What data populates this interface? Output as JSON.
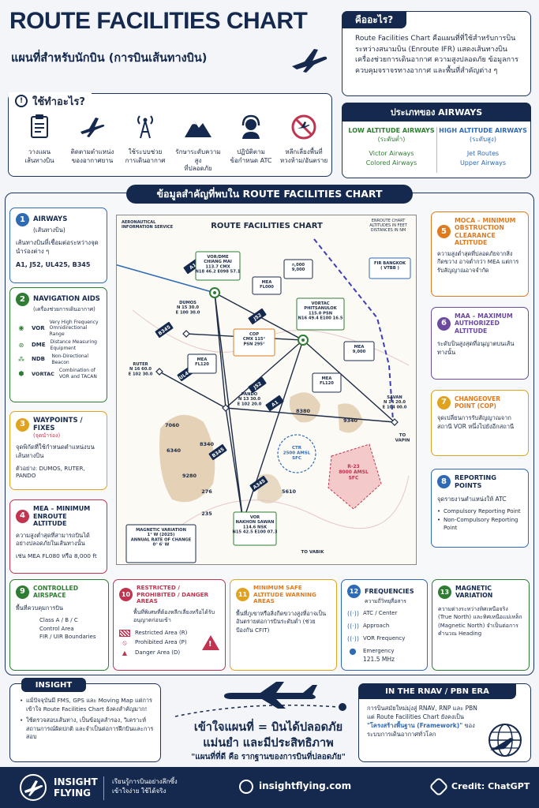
{
  "header": {
    "title": "ROUTE FACILITIES CHART",
    "subtitle": "แผนที่สำหรับนักบิน (การบินเส้นทางบิน)"
  },
  "what": {
    "heading": "คืออะไร?",
    "body": "Route Facilities Chart คือแผนที่ที่ใช้สำหรับการบินระหว่างสนามบิน (Enroute IFR) แสดงเส้นทางบิน เครื่องช่วยการเดินอากาศ ความสูงปลอดภัย ข้อมูลการควบคุมจราจรทางอากาศ และพื้นที่สำคัญต่าง ๆ"
  },
  "uses": {
    "heading": "ใช้ทำอะไร?",
    "items": [
      {
        "icon": "clipboard-icon",
        "label": "วางแผน\nเส้นทางบิน"
      },
      {
        "icon": "airplane-icon",
        "label": "ติดตามตำแหน่ง\nของอากาศยาน"
      },
      {
        "icon": "radio-tower-icon",
        "label": "ใช้ระบบช่วย\nการเดินอากาศ"
      },
      {
        "icon": "mountain-icon",
        "label": "รักษาระดับความสูง\nที่ปลอดภัย"
      },
      {
        "icon": "headset-icon",
        "label": "ปฏิบัติตาม\nข้อกำหนด ATC"
      },
      {
        "icon": "no-entry-icon",
        "label": "หลีกเลี่ยงพื้นที่\nหวงห้าม/อันตราย"
      }
    ]
  },
  "airways_types": {
    "heading": "ประเภทของ AIRWAYS",
    "low_title": "LOW ALTITUDE AIRWAYS",
    "low_sub": "(ระดับต่ำ)",
    "low_items": [
      "Victor Airways",
      "Colored Airways"
    ],
    "high_title": "HIGH ALTITUDE AIRWAYS",
    "high_sub": "(ระดับสูง)",
    "high_items": [
      "Jet Routes",
      "Upper Airways"
    ]
  },
  "section_heading": "ข้อมูลสำคัญที่พบใน ROUTE FACILITIES CHART",
  "items": {
    "airways": {
      "num": "1",
      "title": "AIRWAYS",
      "sub": "(เส้นทางบิน)",
      "body": "เส้นทางบินที่เชื่อมต่อระหว่างจุดนำร่องต่าง ๆ",
      "example": "A1, J52, UL425, B345"
    },
    "navaids": {
      "num": "2",
      "title": "NAVIGATION AIDS",
      "sub": "(เครื่องช่วยการเดินอากาศ)",
      "rows": [
        {
          "code": "VOR",
          "desc": "Very High Frequency Omnidirectional Range"
        },
        {
          "code": "DME",
          "desc": "Distance Measuring Equipment"
        },
        {
          "code": "NDB",
          "desc": "Non-Directional Beacon"
        },
        {
          "code": "VORTAC",
          "desc": "Combination of VOR and TACAN"
        }
      ]
    },
    "waypoints": {
      "num": "3",
      "title": "WAYPOINTS / FIXES",
      "sub": "(จุดนำร่อง)",
      "body": "จุดพิกัดที่ใช้กำหนดตำแหน่งบนเส้นทางบิน",
      "example": "ตัวอย่าง: DUMOS, RUTER, PANDO"
    },
    "mea": {
      "num": "4",
      "title": "MEA – MINIMUM ENROUTE ALTITUDE",
      "body": "ความสูงต่ำสุดที่สามารถบินได้อย่างปลอดภัยในเส้นทางนั้น",
      "example": "เช่น MEA FL080 หรือ 8,000 ft"
    },
    "moca": {
      "num": "5",
      "title": "MOCA – MINIMUM OBSTRUCTION CLEARANCE ALTITUDE",
      "body": "ความสูงต่ำสุดที่ปลอดภัยจากสิ่งกีดขวาง อาจต่ำกว่า MEA แต่การรับสัญญาณอาจจำกัด"
    },
    "maa": {
      "num": "6",
      "title": "MAA – MAXIMUM AUTHORIZED ALTITUDE",
      "body": "ระดับบินสูงสุดที่อนุญาตบนเส้นทางนั้น"
    },
    "cop": {
      "num": "7",
      "title": "CHANGEOVER POINT (COP)",
      "body": "จุดเปลี่ยนการรับสัญญาณจากสถานี VOR หนึ่งไปยังอีกสถานี"
    },
    "reporting": {
      "num": "8",
      "title": "REPORTING POINTS",
      "body": "จุดรายงานตำแหน่งให้ ATC",
      "list": [
        "Compulsory Reporting Point",
        "Non-Compulsory Reporting Point"
      ]
    },
    "controlled": {
      "num": "9",
      "title": "CONTROLLED AIRSPACE",
      "body": "พื้นที่ควบคุมการบิน",
      "list": [
        "Class A / B / C",
        "Control Area",
        "FIR / UIR Boundaries"
      ]
    },
    "restricted": {
      "num": "10",
      "title": "RESTRICTED / PROHIBITED / DANGER AREAS",
      "body": "พื้นที่พิเศษที่ต้องหลีกเลี่ยงหรือได้รับอนุญาตก่อนเข้า",
      "list": [
        "Restricted Area (R)",
        "Prohibited Area (P)",
        "Danger Area (D)"
      ]
    },
    "msa": {
      "num": "11",
      "title": "MINIMUM SAFE ALTITUDE WARNING AREAS",
      "body": "พื้นที่ภูเขาหรือสิ่งกีดขวางสูงที่อาจเป็นอันตรายต่อการบินระดับต่ำ (ช่วยป้องกัน CFIT)"
    },
    "freq": {
      "num": "12",
      "title": "FREQUENCIES",
      "sub": "ความถี่วิทยุสื่อสาร",
      "list": [
        "ATC / Center",
        "Approach",
        "VOR Frequency",
        "Emergency"
      ],
      "emergency_value": "121.5 MHz"
    },
    "magvar": {
      "num": "13",
      "title": "MAGNETIC VARIATION",
      "body": "ความต่างระหว่างทิศเหนือจริง (True North) และทิศเหนือแม่เหล็ก (Magnetic North) จำเป็นต่อการคำนวณ Heading"
    }
  },
  "chart": {
    "title": "ROUTE FACILITIES CHART",
    "service": "AERONAUTICAL\nINFORMATION SERVICE",
    "alt_note": "ENROUTE CHART\nALTITUDES IN FEET\nDISTANCES IN NM",
    "fir": "FIR BANGKOK\n( VTBB )",
    "vor_cmx": "VOR/DME\nCHIANG MAI\n113.7 CMX\nN18 46.2 E098 57.1",
    "vortac_psn": "VORTAC\nPHITSANULOK\n115.0 PSN\nN16 49.4 E100 16.5",
    "vor_nsk": "VOR\nNAKHON SAWAN\n114.6 NSK\nN15 42.5 E100 07.3",
    "dumos": "DUMOS\nN 15 30.0\nE 100 30.0",
    "ruter": "RUTER\nN 16 60.0\nE 102 30.0",
    "pando": "PANDO\nN 13 30.0\nE 102 20.0",
    "savan": "SAVAN\nN 14 20.0\nE 104 00.0",
    "cop": "COP\nCMX 115°\nPSN 295°",
    "mea1": "MEA\nFL000",
    "mea2": "MEA\nFL120",
    "mea3": "MEA\nFL120",
    "mea4": "MEA\n9,000",
    "maa": "ก,000\n9,000",
    "ctr": "CTR\n2500 AMSL\nSFC",
    "r23": "R-23\n8000 AMSL\nSFC",
    "mag": "MAGNETIC VARIATION\n1° W (2025)\nANNUAL RATE OF CHANGE\n0° 6' W",
    "to_vapin": "TO\nVAPIN",
    "to_vabik": "TO VABIK",
    "route_labels": [
      "A1",
      "J52",
      "B345",
      "UL425",
      "J52",
      "A1",
      "B345",
      "A345"
    ],
    "elev": [
      "7060",
      "6340",
      "8340",
      "9280",
      "9340",
      "8380",
      "5610",
      "276",
      "235"
    ]
  },
  "insight": {
    "heading": "INSIGHT",
    "list": [
      "แม้ปัจจุบันมี FMS, GPS และ Moving Map แต่การเข้าใจ Route Facilities Chart ยังคงสำคัญมาก!",
      "ใช้ตรวจสอบเส้นทาง, เป็นข้อมูลสำรอง, วิเคราะห์สถานการณ์ผิดปกติ และจำเป็นต่อการฝึกบินและการสอบ"
    ]
  },
  "slogan": {
    "line1": "เข้าใจแผนที่ = บินได้ปลอดภัย",
    "line2": "แม่นยำ และมีประสิทธิภาพ",
    "quote": "\"แผนที่ที่ดี คือ รากฐานของการบินที่ปลอดภัย\""
  },
  "rnav": {
    "heading": "IN THE RNAV / PBN ERA",
    "body1": "การบินสมัยใหม่มุ่งสู่ RNAV, RNP และ PBN แต่ Route Facilities Chart ยังคงเป็น",
    "highlight": "\"โครงสร้างพื้นฐาน (Framework)\"",
    "body2": "ของระบบการเดินอากาศทั่วโลก"
  },
  "footer": {
    "brand1": "INSIGHT",
    "brand2": "FLYING",
    "tag1": "เรียนรู้การบินอย่างลึกซึ้ง",
    "tag2": "เข้าใจง่าย ใช้ได้จริง",
    "site": "insightflying.com",
    "credit": "Credit: ChatGPT"
  },
  "colors": {
    "navy": "#14294d",
    "blue": "#2f6ab4",
    "green": "#2e7d32",
    "orange": "#e07a1f",
    "purple": "#6b4aa0",
    "pink": "#c0344f",
    "teal": "#1f6b6b"
  }
}
